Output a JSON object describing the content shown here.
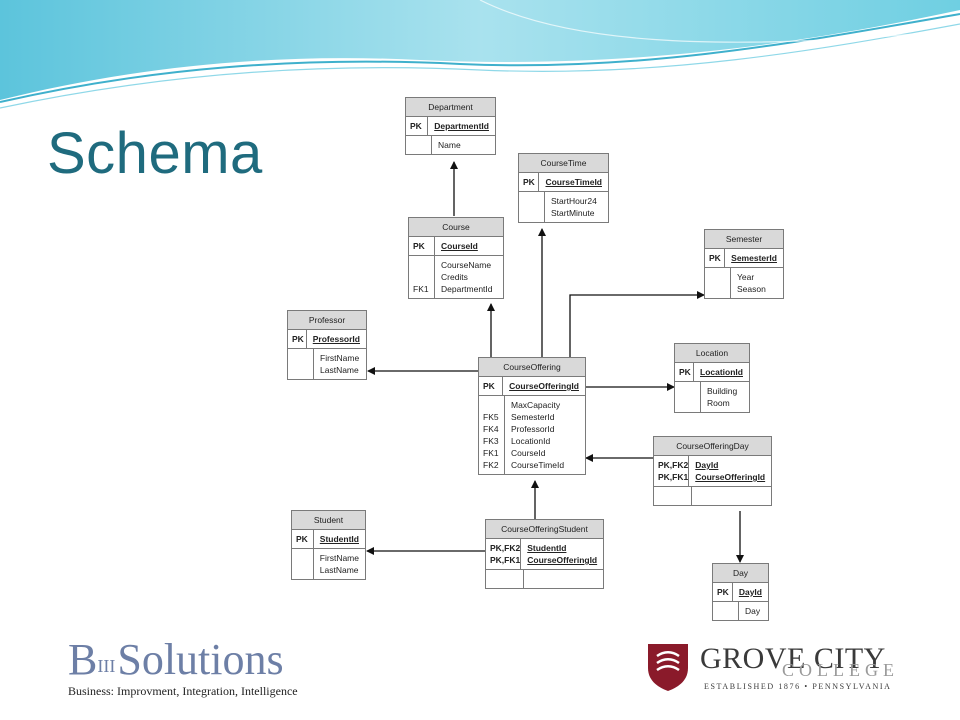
{
  "slide": {
    "title": "Schema"
  },
  "colors": {
    "title": "#1f6b7e",
    "header_wave": "#5cc4dc",
    "entity_header_bg": "#d9d9d9",
    "seal": "#8a1a2a"
  },
  "entities": {
    "department": {
      "name": "Department",
      "keys": [
        "PK"
      ],
      "pk_fields": [
        "DepartmentId"
      ],
      "attr_keys": [],
      "attributes": [
        "Name"
      ]
    },
    "coursetime": {
      "name": "CourseTime",
      "keys": [
        "PK"
      ],
      "pk_fields": [
        "CourseTimeId"
      ],
      "attr_keys": [],
      "attributes": [
        "StartHour24",
        "StartMinute"
      ]
    },
    "course": {
      "name": "Course",
      "keys": [
        "PK"
      ],
      "pk_fields": [
        "CourseId"
      ],
      "attr_keys": [
        "",
        "",
        "FK1"
      ],
      "attributes": [
        "CourseName",
        "Credits",
        "DepartmentId"
      ]
    },
    "semester": {
      "name": "Semester",
      "keys": [
        "PK"
      ],
      "pk_fields": [
        "SemesterId"
      ],
      "attr_keys": [],
      "attributes": [
        "Year",
        "Season"
      ]
    },
    "professor": {
      "name": "Professor",
      "keys": [
        "PK"
      ],
      "pk_fields": [
        "ProfessorId"
      ],
      "attr_keys": [],
      "attributes": [
        "FirstName",
        "LastName"
      ]
    },
    "courseoffering": {
      "name": "CourseOffering",
      "keys": [
        "PK"
      ],
      "pk_fields": [
        "CourseOfferingId"
      ],
      "attr_keys": [
        "",
        "FK5",
        "FK4",
        "FK3",
        "FK1",
        "FK2"
      ],
      "attributes": [
        "MaxCapacity",
        "SemesterId",
        "ProfessorId",
        "LocationId",
        "CourseId",
        "CourseTimeId"
      ]
    },
    "location": {
      "name": "Location",
      "keys": [
        "PK"
      ],
      "pk_fields": [
        "LocationId"
      ],
      "attr_keys": [],
      "attributes": [
        "Building",
        "Room"
      ]
    },
    "courseofferingday": {
      "name": "CourseOfferingDay",
      "keys": [
        "PK,FK2",
        "PK,FK1"
      ],
      "pk_fields": [
        "DayId",
        "CourseOfferingId"
      ],
      "attr_keys": [],
      "attributes": []
    },
    "student": {
      "name": "Student",
      "keys": [
        "PK"
      ],
      "pk_fields": [
        "StudentId"
      ],
      "attr_keys": [],
      "attributes": [
        "FirstName",
        "LastName"
      ]
    },
    "courseofferingstudent": {
      "name": "CourseOfferingStudent",
      "keys": [
        "PK,FK2",
        "PK,FK1"
      ],
      "pk_fields": [
        "StudentId",
        "CourseOfferingId"
      ],
      "attr_keys": [],
      "attributes": []
    },
    "day": {
      "name": "Day",
      "keys": [
        "PK"
      ],
      "pk_fields": [
        "DayId"
      ],
      "attr_keys": [],
      "attributes": [
        "Day"
      ]
    }
  },
  "relationships": [
    {
      "from": "course",
      "to": "department"
    },
    {
      "from": "courseoffering",
      "to": "course"
    },
    {
      "from": "courseoffering",
      "to": "coursetime"
    },
    {
      "from": "courseoffering",
      "to": "semester"
    },
    {
      "from": "courseoffering",
      "to": "professor"
    },
    {
      "from": "courseoffering",
      "to": "location"
    },
    {
      "from": "courseofferingday",
      "to": "courseoffering"
    },
    {
      "from": "courseofferingday",
      "to": "day"
    },
    {
      "from": "courseofferingstudent",
      "to": "courseoffering"
    },
    {
      "from": "courseofferingstudent",
      "to": "student"
    }
  ],
  "footer": {
    "left_logo_main": "Solutions",
    "left_logo_b": "B",
    "left_logo_sup": "III",
    "left_tagline": "Business: Improvment, Integration, Intelligence",
    "right_logo_name": "GROVE CITY",
    "right_logo_sub": "COLLEGE",
    "right_logo_est": "ESTABLISHED 1876 • PENNSYLVANIA"
  }
}
